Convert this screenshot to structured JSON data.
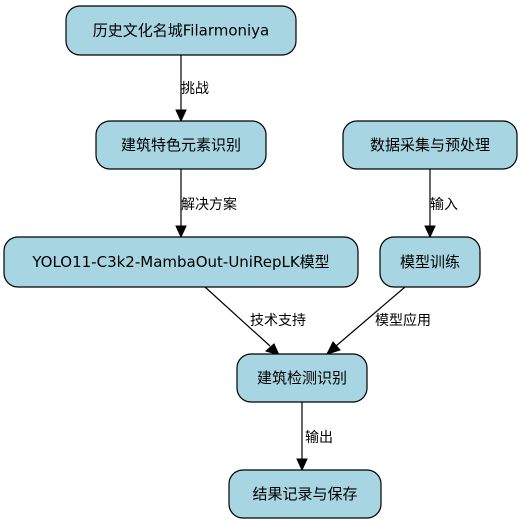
{
  "nodes": {
    "heritage_city": "历史文化名城Filarmoniya",
    "element_recognition": "建筑特色元素识别",
    "data_collection": "数据采集与预处理",
    "model": "YOLO11-C3k2-MambaOut-UniRepLK模型",
    "training": "模型训练",
    "detection": "建筑检测识别",
    "results": "结果记录与保存"
  },
  "edges": {
    "challenge": "挑战",
    "solution": "解决方案",
    "input": "输入",
    "tech_support": "技术支持",
    "model_application": "模型应用",
    "output": "输出"
  },
  "colors": {
    "node_fill": "#a8d5e2",
    "stroke": "#000000"
  }
}
